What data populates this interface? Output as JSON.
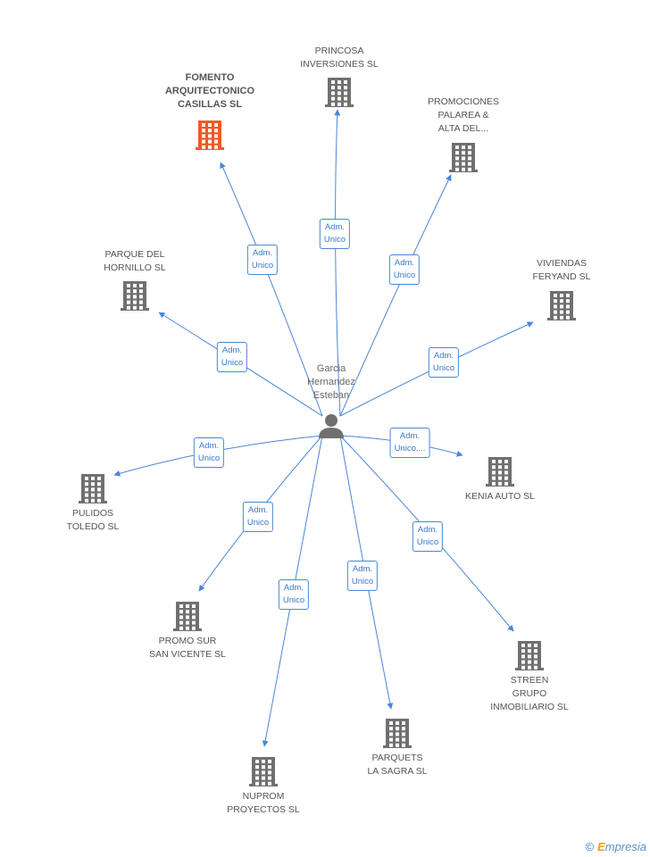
{
  "center": {
    "name": "Garcia\nHernandez\nEsteban",
    "icon": "person-icon"
  },
  "colors": {
    "edge": "#4a86d8",
    "building": "#707070",
    "highlight": "#f05a24"
  },
  "nodes": [
    {
      "id": "fomento",
      "label": "FOMENTO\nARQUITECTONICO\nCASILLAS SL",
      "highlight": true,
      "edge_label": "Adm.\nUnico"
    },
    {
      "id": "princosa",
      "label": "PRINCOSA\nINVERSIONES SL",
      "highlight": false,
      "edge_label": "Adm.\nUnico"
    },
    {
      "id": "promociones",
      "label": "PROMOCIONES\nPALAREA &\nALTA DEL...",
      "highlight": false,
      "edge_label": "Adm.\nUnico"
    },
    {
      "id": "viviendas",
      "label": "VIVIENDAS\nFERYAND SL",
      "highlight": false,
      "edge_label": "Adm.\nUnico"
    },
    {
      "id": "parque",
      "label": "PARQUE DEL\nHORNILLO SL",
      "highlight": false,
      "edge_label": "Adm.\nUnico"
    },
    {
      "id": "pulidos",
      "label": "PULIDOS\nTOLEDO SL",
      "highlight": false,
      "edge_label": "Adm.\nUnico"
    },
    {
      "id": "kenia",
      "label": "KENIA AUTO  SL",
      "highlight": false,
      "edge_label": "Adm.\nUnico,..."
    },
    {
      "id": "promosur",
      "label": "PROMO SUR\nSAN VICENTE SL",
      "highlight": false,
      "edge_label": "Adm.\nUnico"
    },
    {
      "id": "streen",
      "label": "STREEN\nGRUPO\nINMOBILIARIO SL",
      "highlight": false,
      "edge_label": "Adm.\nUnico"
    },
    {
      "id": "nuprom",
      "label": "NUPROM\nPROYECTOS SL",
      "highlight": false,
      "edge_label": "Adm.\nUnico"
    },
    {
      "id": "parquets",
      "label": "PARQUETS\nLA SAGRA SL",
      "highlight": false,
      "edge_label": "Adm.\nUnico"
    }
  ],
  "footer": {
    "copyright": "©",
    "brand": "mpresia",
    "brand_initial": "E"
  }
}
